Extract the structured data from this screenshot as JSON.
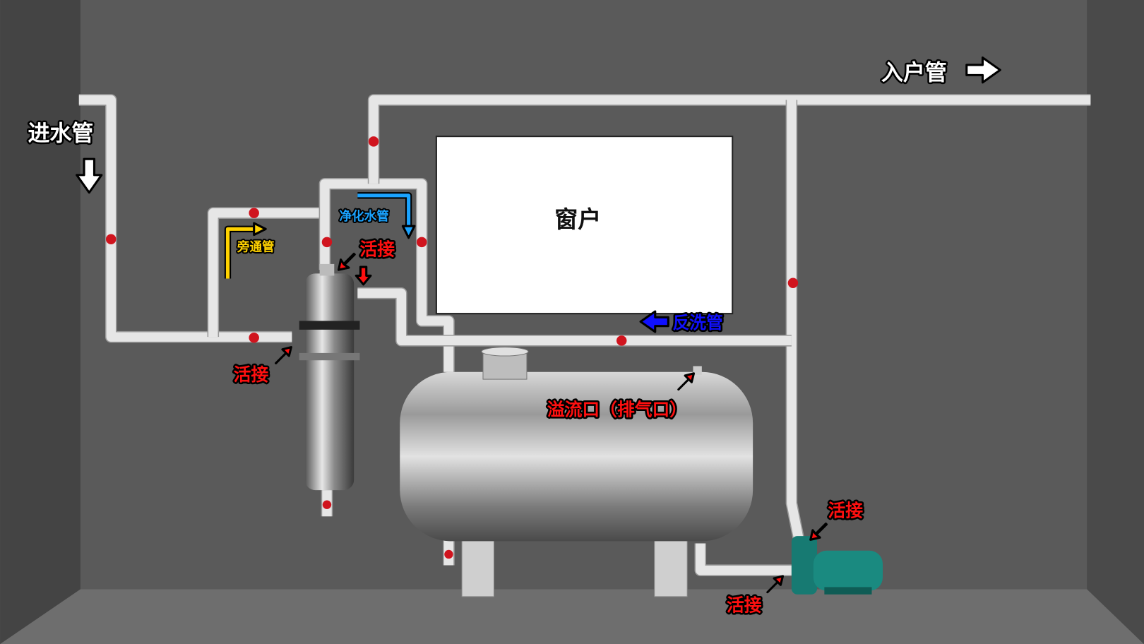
{
  "labels": {
    "inlet_pipe": "进水管",
    "house_pipe": "入户管",
    "window": "窗户",
    "purified_pipe": "净化水管",
    "bypass_pipe": "旁通管",
    "union_top": "活接",
    "union_filter_bottom": "活接",
    "union_pump_top": "活接",
    "union_pump_bottom": "活接",
    "backwash_pipe": "反洗管",
    "overflow": "溢流口（排气口）"
  },
  "colors": {
    "inlet": "#ffffff",
    "purified": "#1aa3ff",
    "bypass": "#ffd200",
    "union": "#ff1010",
    "backwash": "#1010ff",
    "valve": "#d0141e",
    "pump": "#1a8a80"
  }
}
